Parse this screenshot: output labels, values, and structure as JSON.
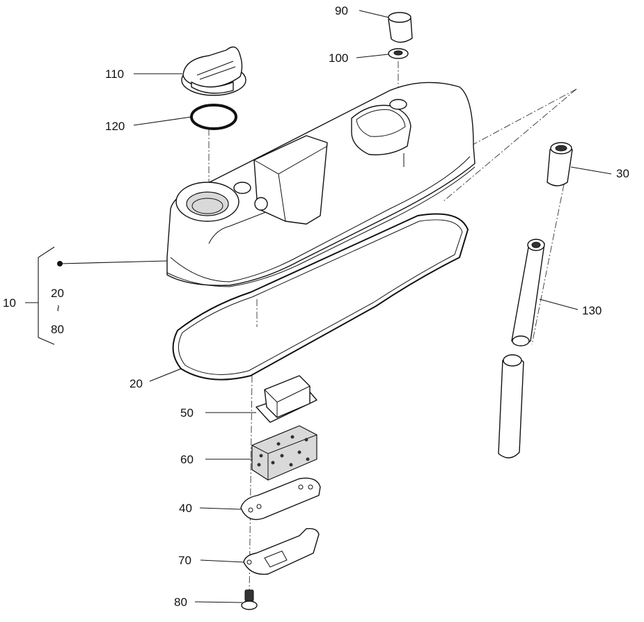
{
  "labels": {
    "l90": "90",
    "l100": "100",
    "l110": "110",
    "l120": "120",
    "l30": "30",
    "l10": "10",
    "l10_from": "20",
    "l10_tilde": "~",
    "l10_to": "80",
    "l130": "130",
    "l20": "20",
    "l50": "50",
    "l60": "60",
    "l40": "40",
    "l70": "70",
    "l80": "80"
  }
}
